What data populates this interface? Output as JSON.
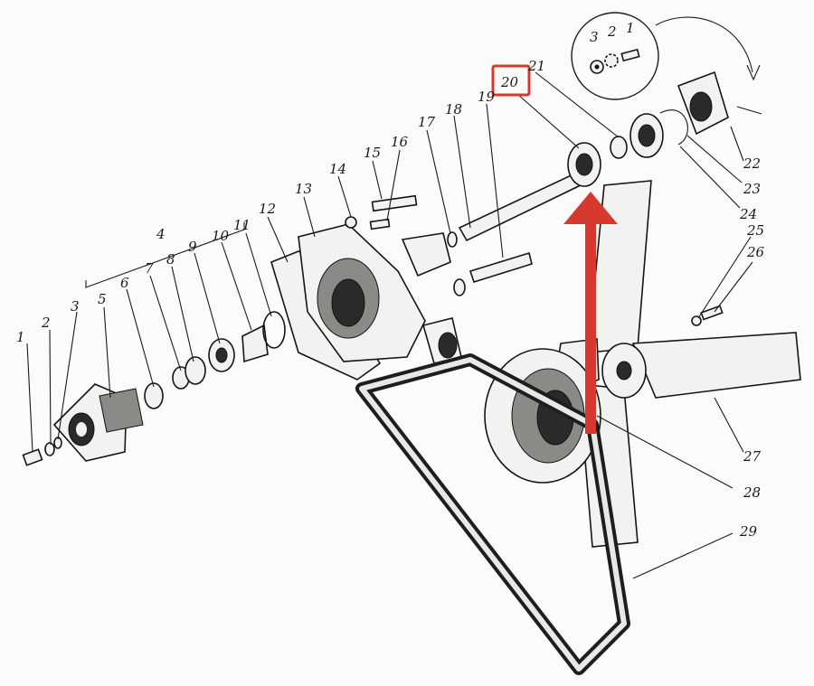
{
  "callouts": [
    {
      "id": "1",
      "label": "1"
    },
    {
      "id": "2",
      "label": "2"
    },
    {
      "id": "3",
      "label": "3"
    },
    {
      "id": "4",
      "label": "4"
    },
    {
      "id": "5",
      "label": "5"
    },
    {
      "id": "6",
      "label": "6"
    },
    {
      "id": "7",
      "label": "7"
    },
    {
      "id": "8",
      "label": "8"
    },
    {
      "id": "9",
      "label": "9"
    },
    {
      "id": "10",
      "label": "10"
    },
    {
      "id": "11",
      "label": "11"
    },
    {
      "id": "12",
      "label": "12"
    },
    {
      "id": "13",
      "label": "13"
    },
    {
      "id": "14",
      "label": "14"
    },
    {
      "id": "15",
      "label": "15"
    },
    {
      "id": "16",
      "label": "16"
    },
    {
      "id": "17",
      "label": "17"
    },
    {
      "id": "18",
      "label": "18"
    },
    {
      "id": "19",
      "label": "19"
    },
    {
      "id": "20",
      "label": "20"
    },
    {
      "id": "21",
      "label": "21"
    },
    {
      "id": "22",
      "label": "22"
    },
    {
      "id": "23",
      "label": "23"
    },
    {
      "id": "24",
      "label": "24"
    },
    {
      "id": "25",
      "label": "25"
    },
    {
      "id": "26",
      "label": "26"
    },
    {
      "id": "27",
      "label": "27"
    },
    {
      "id": "28",
      "label": "28"
    },
    {
      "id": "29",
      "label": "29"
    }
  ],
  "inset_callouts": [
    {
      "id": "inset-3",
      "label": "3"
    },
    {
      "id": "inset-2",
      "label": "2"
    },
    {
      "id": "inset-1",
      "label": "1"
    }
  ],
  "highlight": {
    "target": "20",
    "box_color": "#d63a2f",
    "arrow_color": "#d63a2f"
  }
}
